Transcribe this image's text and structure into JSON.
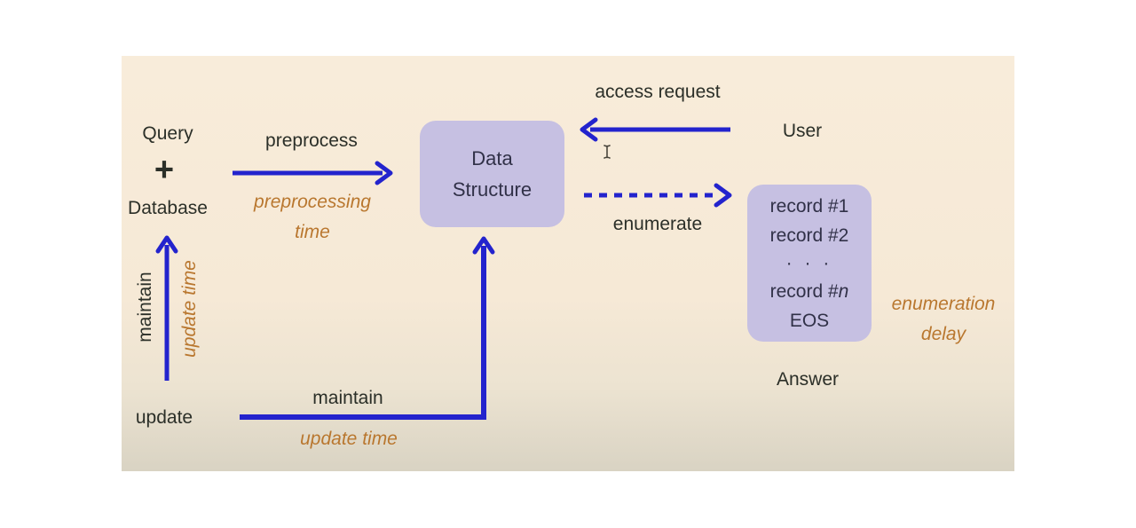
{
  "slide": {
    "input_group": {
      "query": "Query",
      "plus": "+",
      "database": "Database"
    },
    "preprocess_arrow": {
      "label": "preprocess",
      "cost_label": "preprocessing\ntime"
    },
    "data_structure_box": {
      "label": "Data\nStructure"
    },
    "access_request_arrow": {
      "label": "access request"
    },
    "user": {
      "label": "User"
    },
    "enumerate_arrow": {
      "label": "enumerate"
    },
    "answer_box": {
      "record1": "record #1",
      "record2": "record #2",
      "dots": "· · ·",
      "record_n_prefix": "record #",
      "record_n_var": "n",
      "eos": "EOS",
      "caption": "Answer",
      "cost_label": "enumeration\ndelay"
    },
    "maintain_vertical_arrow": {
      "label": "maintain",
      "cost_label": "update time"
    },
    "update_source": {
      "label": "update"
    },
    "maintain_bottom_arrow": {
      "label": "maintain",
      "cost_label": "update time"
    }
  },
  "colors": {
    "arrow_blue": "#2323cd",
    "accent_orange": "#b9772f",
    "box_purple": "#c6c0e2",
    "text_dark": "#2b2f28",
    "box_text": "#313148",
    "slide_background_top": "#f8ecda",
    "slide_background_bottom": "#d9d3c3"
  }
}
